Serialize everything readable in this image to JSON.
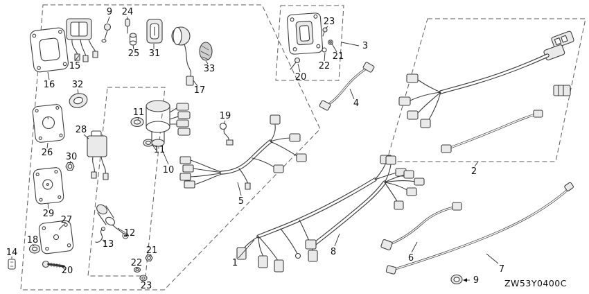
{
  "diagram": {
    "code": "ZW53Y0400C",
    "callouts": {
      "c1": "1",
      "c2": "2",
      "c3": "3",
      "c4": "4",
      "c5": "5",
      "c6": "6",
      "c7": "7",
      "c8": "8",
      "c9a": "9",
      "c9b": "9",
      "c10": "10",
      "c11a": "11",
      "c11b": "11",
      "c12": "12",
      "c13": "13",
      "c14": "14",
      "c15": "15",
      "c16": "16",
      "c17": "17",
      "c18": "18",
      "c19": "19",
      "c20a": "20",
      "c20b": "20",
      "c21a": "21",
      "c21b": "21",
      "c22a": "22",
      "c22b": "22",
      "c23a": "23",
      "c23b": "23",
      "c24": "24",
      "c25": "25",
      "c26": "26",
      "c27": "27",
      "c28": "28",
      "c29": "29",
      "c30": "30",
      "c31": "31",
      "c32": "32",
      "c33": "33"
    }
  }
}
